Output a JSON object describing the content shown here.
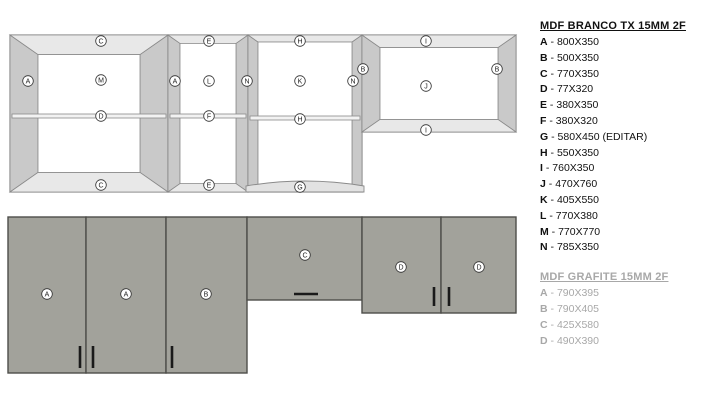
{
  "colors": {
    "white_outline": "#8a8a8a",
    "white_inner_side": "#c9c9c9",
    "white_panel": "#ffffff",
    "grafite_panel": "#a2a29b",
    "grafite_outline": "#4e4e4a",
    "handle": "#1a1a1a",
    "legend_primary": "#111111",
    "legend_muted": "#a8a8a8"
  },
  "white_list": {
    "title": "MDF BRANCO TX 15MM 2F",
    "items": [
      {
        "code": "A",
        "dims": "800X350"
      },
      {
        "code": "B",
        "dims": "500X350"
      },
      {
        "code": "C",
        "dims": "770X350"
      },
      {
        "code": "D",
        "dims": "77X320"
      },
      {
        "code": "E",
        "dims": "380X350"
      },
      {
        "code": "F",
        "dims": "380X320"
      },
      {
        "code": "G",
        "dims": "580X450 (EDITAR)"
      },
      {
        "code": "H",
        "dims": "550X350"
      },
      {
        "code": "I",
        "dims": "760X350"
      },
      {
        "code": "J",
        "dims": "470X760"
      },
      {
        "code": "K",
        "dims": "405X550"
      },
      {
        "code": "L",
        "dims": "770X380"
      },
      {
        "code": "M",
        "dims": "770X770"
      },
      {
        "code": "N",
        "dims": "785X350"
      }
    ]
  },
  "grafite_list": {
    "title": "MDF GRAFITE 15MM 2F",
    "items": [
      {
        "code": "A",
        "dims": "790X395"
      },
      {
        "code": "B",
        "dims": "790X405"
      },
      {
        "code": "C",
        "dims": "425X580"
      },
      {
        "code": "D",
        "dims": "490X390"
      }
    ]
  },
  "diagram_labels": {
    "cab1": {
      "top": "C",
      "left": "A",
      "center": "M",
      "shelf": "D",
      "bottom": "C"
    },
    "cab2": {
      "top": "E",
      "left": "A",
      "center": "L",
      "shelf": "F",
      "bottom": "E",
      "right": "N"
    },
    "cab3": {
      "top": "H",
      "left": "N",
      "center": "K",
      "shelf": "H",
      "bottom": "G",
      "right": "N"
    },
    "cab4": {
      "top": "I",
      "left": "B",
      "center": "J",
      "bottom": "I",
      "right": "B"
    },
    "doors": [
      "A",
      "A",
      "B",
      "C",
      "D",
      "D"
    ]
  }
}
